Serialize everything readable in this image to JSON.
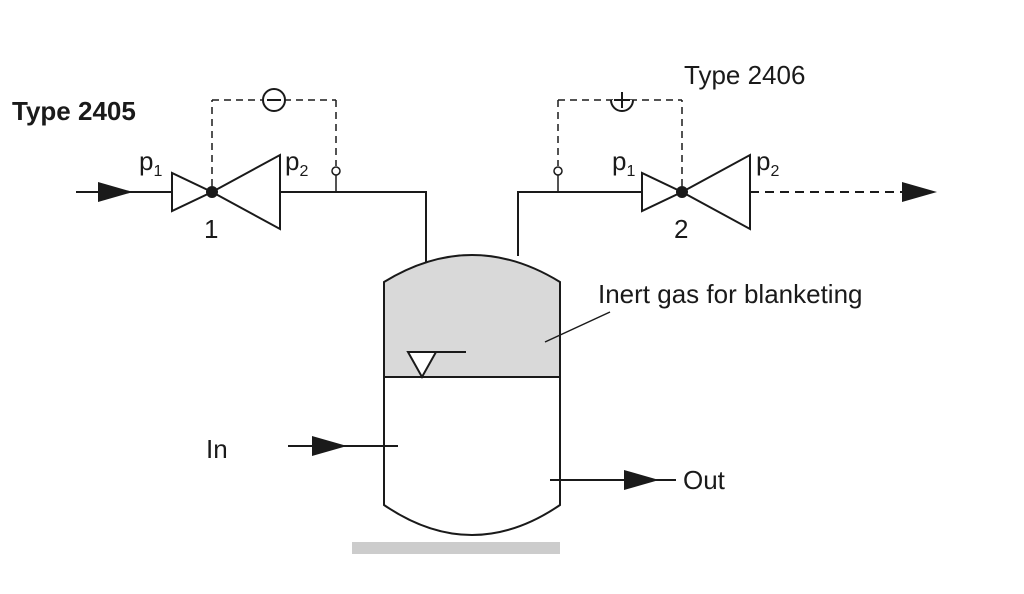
{
  "valve1": {
    "type_label": "Type 2405",
    "inlet_pressure": {
      "base": "p",
      "sub": "1"
    },
    "outlet_pressure": {
      "base": "p",
      "sub": "2"
    },
    "number": "1",
    "control_sign": "minus"
  },
  "valve2": {
    "type_label": "Type 2406",
    "inlet_pressure": {
      "base": "p",
      "sub": "1"
    },
    "outlet_pressure": {
      "base": "p",
      "sub": "2"
    },
    "number": "2",
    "control_sign": "plus"
  },
  "tank": {
    "gas_label": "Inert gas for blanketing",
    "in_label": "In",
    "out_label": "Out"
  },
  "colors": {
    "line": "#1a1a1a",
    "gas_fill": "#d9d9d9",
    "base": "#cccccc"
  }
}
